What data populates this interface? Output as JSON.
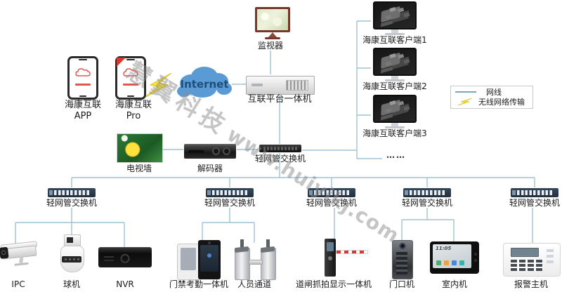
{
  "watermark": {
    "brand": "慧翼科技",
    "url": "www.huiyikj.com"
  },
  "legend": {
    "wired_label": "网线",
    "wireless_label": "无线网络传输"
  },
  "mobile": {
    "app": {
      "name": "海康互联",
      "edition": "APP"
    },
    "pro": {
      "name": "海康互联",
      "edition": "Pro"
    }
  },
  "internet_label": "Internet",
  "monitor_label": "监视器",
  "platform_label": "互联平台一体机",
  "clients": [
    {
      "label": "海康互联客户端1"
    },
    {
      "label": "海康互联客户端2"
    },
    {
      "label": "海康互联客户端3"
    }
  ],
  "clients_ellipsis": "……",
  "video_wall": {
    "tv_label": "电视墙",
    "decoder_label": "解码器"
  },
  "core_switch_label": "轻网管交换机",
  "access_switches": [
    {
      "label": "轻网管交换机"
    },
    {
      "label": "轻网管交换机"
    },
    {
      "label": "轻网管交换机"
    },
    {
      "label": "轻网管交换机"
    },
    {
      "label": "轻网管交换机"
    }
  ],
  "end_devices": {
    "ipc": "IPC",
    "dome": "球机",
    "nvr": "NVR",
    "access_control": "门禁考勤一体机",
    "turnstile": "人员通道",
    "barrier": "道闸抓拍显示一体机",
    "door_station": "门口机",
    "indoor_station": "室内机",
    "indoor_time": "11:05",
    "alarm_host": "报警主机"
  },
  "colors": {
    "line": "#9fc3d3",
    "cloud": "#5b9bd5",
    "lightning": "#f5e239",
    "switch": "#2c3e50",
    "barrier_arm": "#d23b35",
    "phone_logo": "#e05555"
  }
}
